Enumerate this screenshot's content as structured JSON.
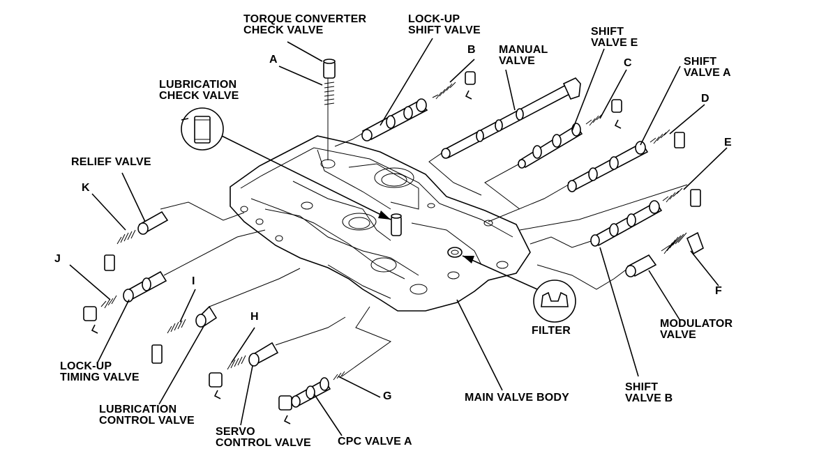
{
  "labels": {
    "torque_converter_check_valve": [
      "TORQUE CONVERTER",
      "CHECK VALVE"
    ],
    "lockup_shift_valve": [
      "LOCK-UP",
      "SHIFT VALVE"
    ],
    "manual_valve": [
      "MANUAL",
      "VALVE"
    ],
    "shift_valve_e": [
      "SHIFT",
      "VALVE E"
    ],
    "shift_valve_a": [
      "SHIFT",
      "VALVE A"
    ],
    "lubrication_check_valve": [
      "LUBRICATION",
      "CHECK VALVE"
    ],
    "relief_valve": [
      "RELIEF VALVE"
    ],
    "filter": [
      "FILTER"
    ],
    "modulator_valve": [
      "MODULATOR",
      "VALVE"
    ],
    "lockup_timing_valve": [
      "LOCK-UP",
      "TIMING VALVE"
    ],
    "lubrication_control_valve": [
      "LUBRICATION",
      "CONTROL VALVE"
    ],
    "servo_control_valve": [
      "SERVO",
      "CONTROL VALVE"
    ],
    "cpc_valve_a": [
      "CPC VALVE A"
    ],
    "main_valve_body": [
      "MAIN VALVE BODY"
    ],
    "shift_valve_b": [
      "SHIFT",
      "VALVE B"
    ]
  },
  "spring_letters": [
    "A",
    "B",
    "C",
    "D",
    "E",
    "F",
    "G",
    "H",
    "I",
    "J",
    "K"
  ]
}
